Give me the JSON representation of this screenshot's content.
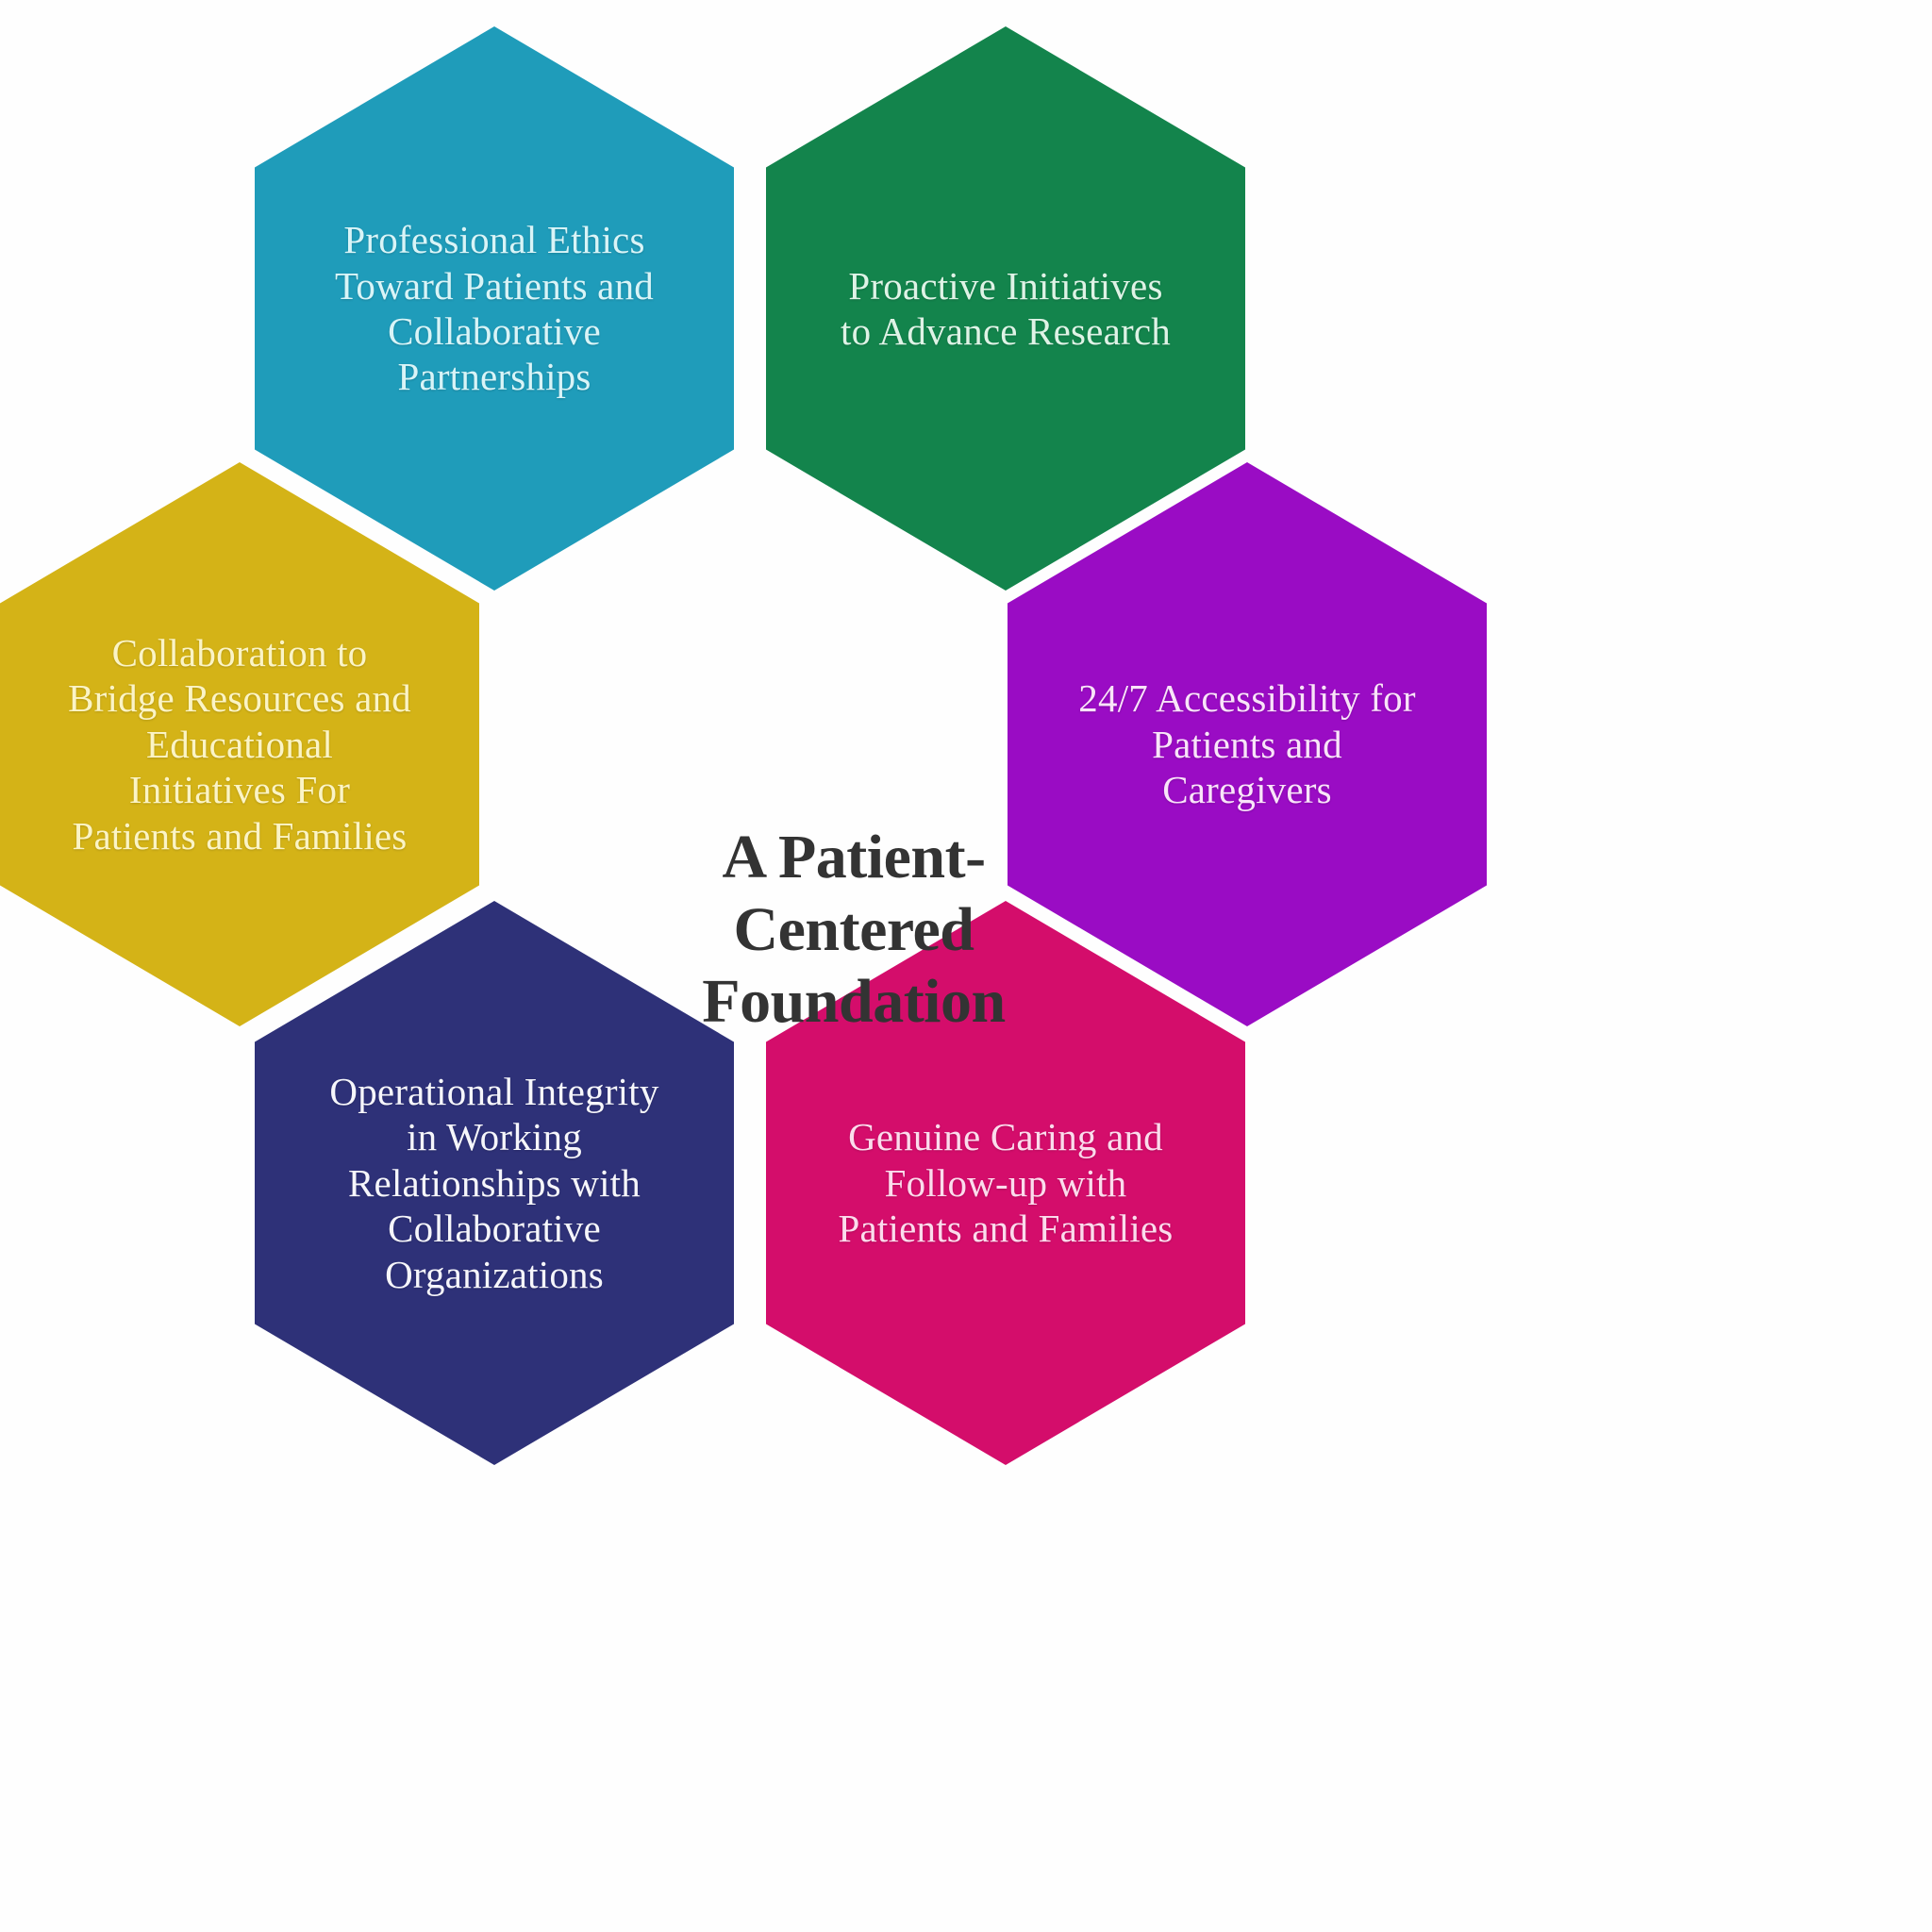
{
  "diagram": {
    "center": {
      "title": "A Patient-\nCentered\nFoundation",
      "color": "#333333"
    },
    "hexagons": [
      {
        "id": "ethics",
        "label": "Professional Ethics\nToward Patients and\nCollaborative\nPartnerships",
        "fill": "#1f9cba",
        "text_color": "#d9f4f7",
        "position": "top-left"
      },
      {
        "id": "research",
        "label": "Proactive Initiatives\nto Advance Research",
        "fill": "#13844c",
        "text_color": "#dff3e6",
        "position": "top-right"
      },
      {
        "id": "collaboration",
        "label": "Collaboration to\nBridge Resources and\nEducational\nInitiatives For\nPatients and Families",
        "fill": "#d4b317",
        "text_color": "#fbf4c6",
        "position": "middle-left"
      },
      {
        "id": "accessibility",
        "label": "24/7 Accessibility for\nPatients and\nCaregivers",
        "fill": "#9a0cc4",
        "text_color": "#f9e4f9",
        "position": "middle-right"
      },
      {
        "id": "integrity",
        "label": "Operational Integrity\nin Working\nRelationships with\nCollaborative\nOrganizations",
        "fill": "#2e3178",
        "text_color": "#f6f6fb",
        "position": "bottom-left"
      },
      {
        "id": "caring",
        "label": "Genuine Caring and\nFollow-up with\nPatients and Families",
        "fill": "#d40d6b",
        "text_color": "#fbdcec",
        "position": "bottom-right"
      }
    ],
    "background": "#ffffff"
  }
}
